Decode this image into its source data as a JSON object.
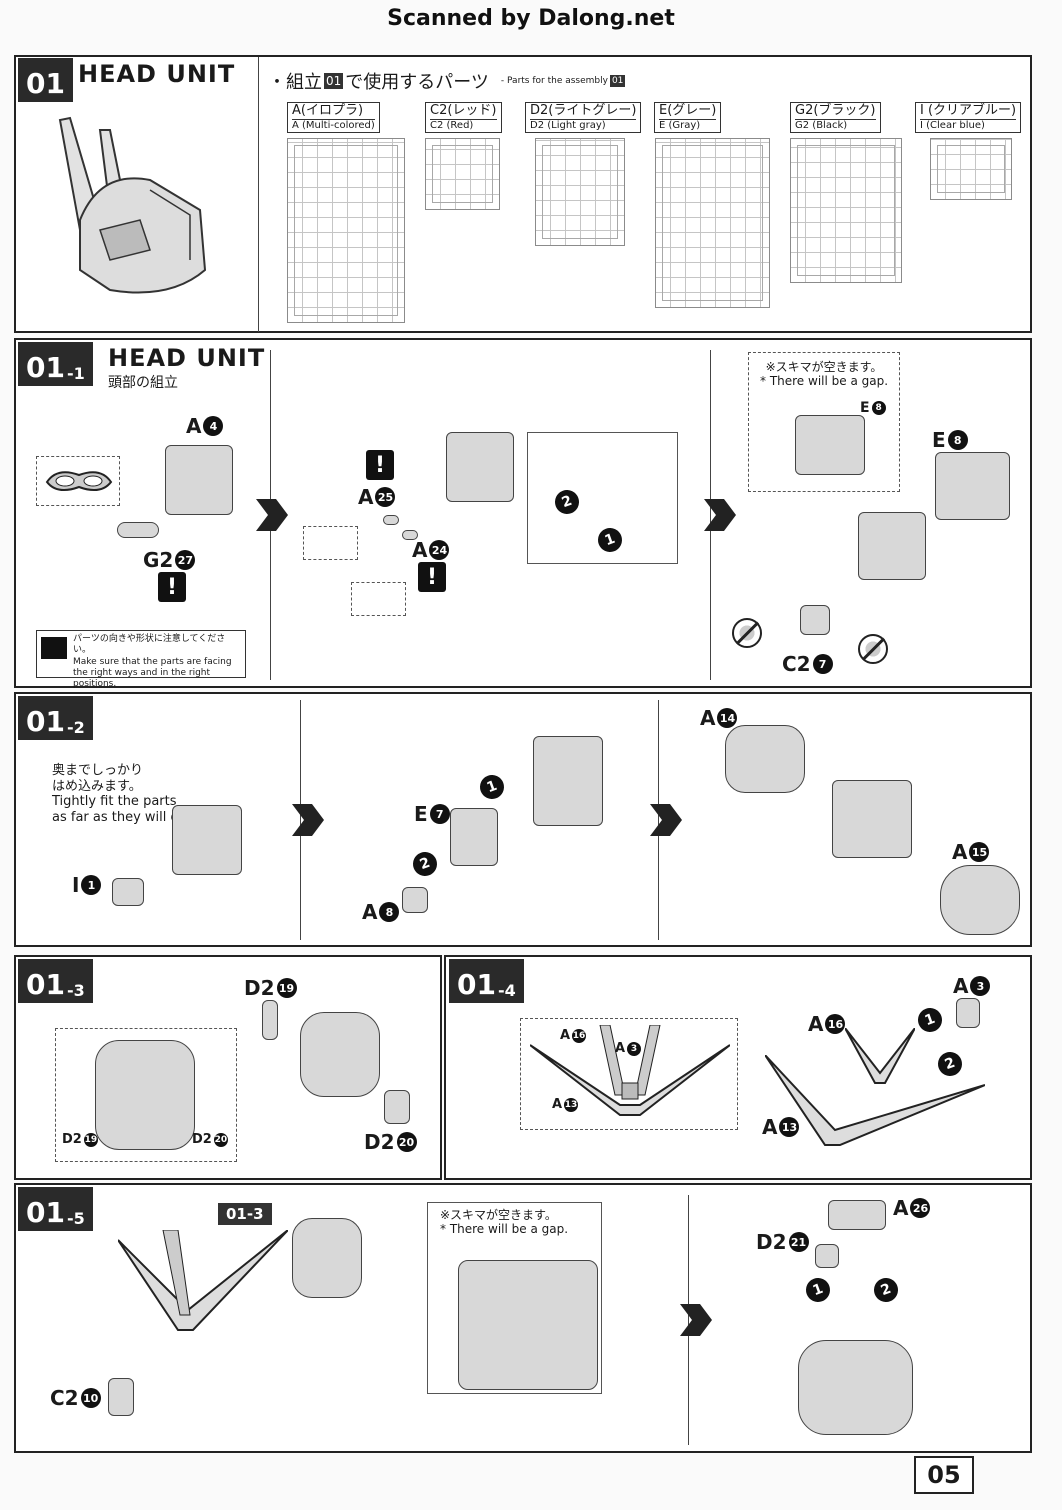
{
  "watermark": "Scanned by Dalong.net",
  "page_number": "05",
  "step01": {
    "tag": "01",
    "title": "HEAD UNIT",
    "parts_heading_jp": "・組立",
    "parts_heading_tag": "01",
    "parts_heading_jp2": "で使用するパーツ",
    "parts_heading_en": "- Parts for the assembly",
    "parts": [
      {
        "jp": "A(イロプラ)",
        "en": "A (Multi-colored)"
      },
      {
        "jp": "C2(レッド)",
        "en": "C2 (Red)"
      },
      {
        "jp": "D2(ライトグレー)",
        "en": "D2 (Light gray)"
      },
      {
        "jp": "E(グレー)",
        "en": "E (Gray)"
      },
      {
        "jp": "G2(ブラック)",
        "en": "G2 (Black)"
      },
      {
        "jp": "I (クリアブルー)",
        "en": "I (Clear blue)"
      }
    ]
  },
  "step01_1": {
    "tag": "01",
    "sub": "-1",
    "title": "HEAD UNIT",
    "subtitle": "頭部の組立",
    "labels": {
      "a4": "A",
      "a4n": "4",
      "g2": "G2",
      "g2n": "27",
      "a25": "A",
      "a25n": "25",
      "a24": "A",
      "a24n": "24",
      "e8": "E",
      "e8n": "8",
      "e8b": "E",
      "e8bn": "8",
      "c2": "C2",
      "c2n": "7"
    },
    "seq": [
      "2",
      "1"
    ],
    "caution_jp": "パーツの向きや形状に注意してください。",
    "caution_en": "Make sure that the parts are facing the right ways and in the right positions.",
    "gap_jp": "※スキマが空きます。",
    "gap_en": "* There will be a gap."
  },
  "step01_2": {
    "tag": "01",
    "sub": "-2",
    "note_jp_1": "奥までしっかり",
    "note_jp_2": "はめ込みます。",
    "note_en_1": "Tightly fit the parts",
    "note_en_2": "as far as they will go.",
    "labels": {
      "i": "I",
      "in": "1",
      "e7": "E",
      "e7n": "7",
      "a8": "A",
      "a8n": "8",
      "a14": "A",
      "a14n": "14",
      "a15": "A",
      "a15n": "15"
    },
    "seq": [
      "1",
      "2"
    ]
  },
  "step01_3": {
    "tag": "01",
    "sub": "-3",
    "labels": {
      "d19": "D2",
      "d19n": "19",
      "d20": "D2",
      "d20n": "20",
      "d19s": "D2",
      "d19sn": "19",
      "d20s": "D2",
      "d20sn": "20"
    }
  },
  "step01_4": {
    "tag": "01",
    "sub": "-4",
    "labels": {
      "a3": "A",
      "a3n": "3",
      "a16": "A",
      "a16n": "16",
      "a13": "A",
      "a13n": "13",
      "a16s": "A",
      "a16sn": "16",
      "a3s": "A",
      "a3sn": "3",
      "a13s": "A",
      "a13sn": "13"
    },
    "seq": [
      "1",
      "2"
    ]
  },
  "step01_5": {
    "tag": "01",
    "sub": "-5",
    "ref_tag": "01-3",
    "gap_jp": "※スキマが空きます。",
    "gap_en": "* There will be a gap.",
    "labels": {
      "c2": "C2",
      "c2n": "10",
      "a26": "A",
      "a26n": "26",
      "d21": "D2",
      "d21n": "21"
    },
    "seq": [
      "1",
      "2"
    ]
  }
}
